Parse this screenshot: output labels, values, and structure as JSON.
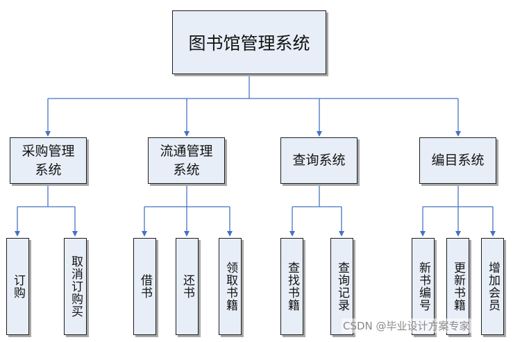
{
  "diagram": {
    "root": "图书馆管理系统",
    "modules": [
      {
        "lines": [
          "采购管理",
          "系统"
        ],
        "children": [
          "订购",
          "取消订购买"
        ]
      },
      {
        "lines": [
          "流通管理",
          "系统"
        ],
        "children": [
          "借书",
          "还书",
          "领取书籍"
        ]
      },
      {
        "lines": [
          "查询系统"
        ],
        "children": [
          "查找书籍",
          "查询记录"
        ]
      },
      {
        "lines": [
          "编目系统"
        ],
        "children": [
          "新书编号",
          "更新书籍",
          "增加会员"
        ]
      }
    ]
  },
  "watermark": "CSDN @毕业设计方案专家"
}
